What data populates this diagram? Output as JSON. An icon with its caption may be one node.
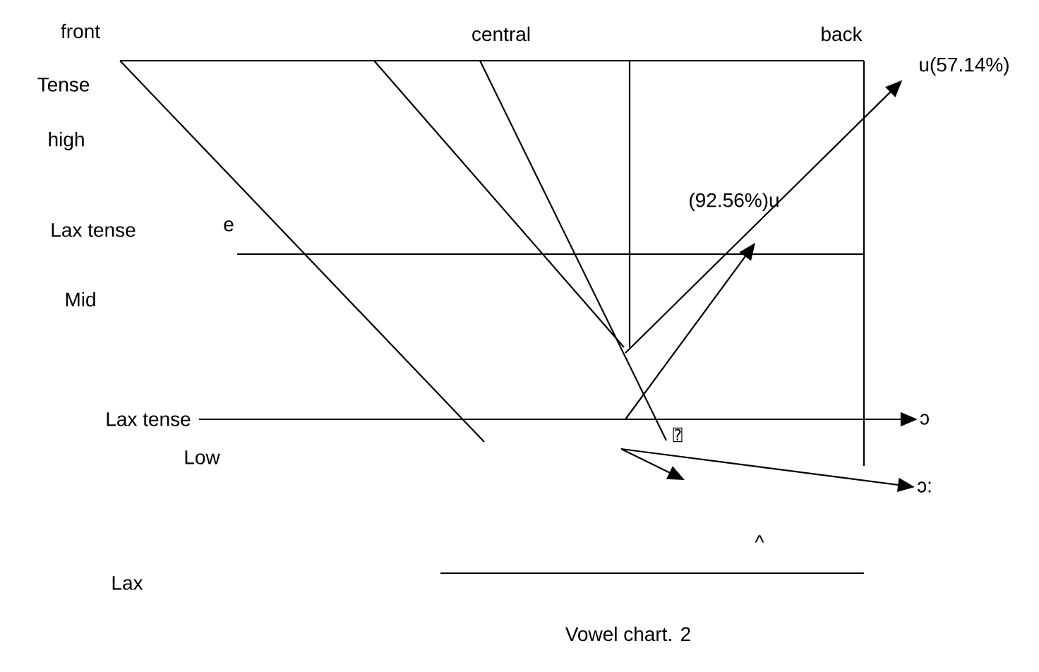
{
  "diagram": {
    "caption": "Vowel chart. 2",
    "nodes": [
      {
        "text": [
          "u(57.14%)"
        ]
      },
      {
        "text": [
          "Lax tense"
        ]
      },
      {
        "text": [
          "ɔ"
        ]
      },
      {
        "text": [
          "ɔ:"
        ]
      }
    ],
    "edges": [
      {
        "from": null,
        "to": 0,
        "arrow": "to"
      },
      {
        "from": 1,
        "to": 2,
        "arrow": "to"
      },
      {
        "from": null,
        "to": 3,
        "arrow": "to"
      }
    ],
    "labels": [
      "front",
      "central",
      "back",
      "Tense",
      "high",
      "Lax tense",
      "e",
      "(92.56%)u",
      "Mid",
      "Low",
      "⍰",
      "^",
      "Lax"
    ]
  }
}
